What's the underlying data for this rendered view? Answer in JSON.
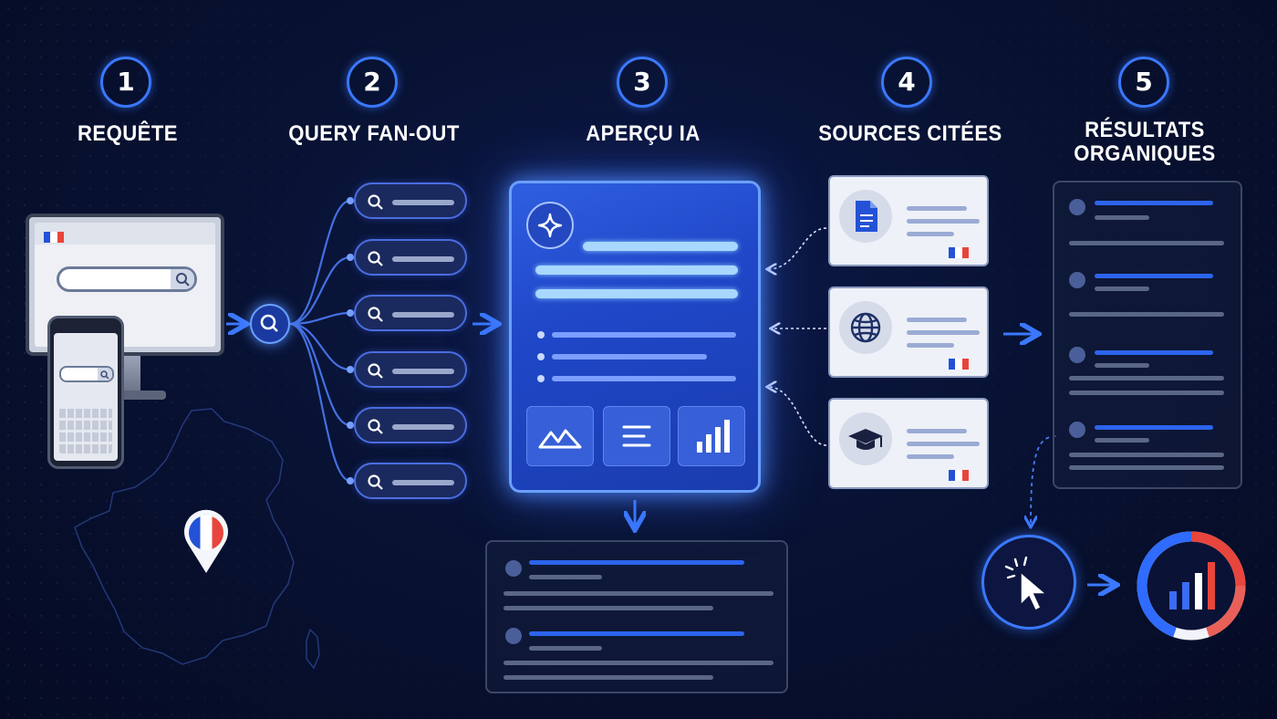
{
  "steps": [
    {
      "number": "1",
      "title": "REQUÊTE"
    },
    {
      "number": "2",
      "title": "QUERY FAN-OUT"
    },
    {
      "number": "3",
      "title": "APERÇU IA"
    },
    {
      "number": "4",
      "title": "SOURCES CITÉES"
    },
    {
      "number": "5",
      "title_line1": "RÉSULTATS",
      "title_line2": "ORGANIQUES"
    }
  ],
  "icons": {
    "search": "search-icon",
    "sparkle": "sparkle-icon",
    "document": "document-icon",
    "globe": "globe-icon",
    "graduation": "graduation-cap-icon",
    "image": "image-icon",
    "text": "text-lines-icon",
    "chart": "bar-chart-icon",
    "cursor": "cursor-click-icon",
    "location": "location-pin-icon"
  },
  "colors": {
    "accent": "#3a78ff",
    "background": "#081233",
    "flag_blue": "#2452d6",
    "flag_white": "#ffffff",
    "flag_red": "#e8453c"
  }
}
